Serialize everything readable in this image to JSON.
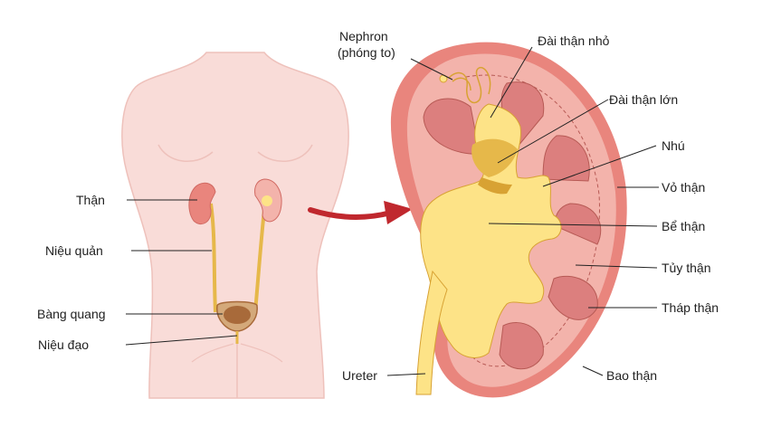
{
  "labels": {
    "than": "Thận",
    "nieu_quan": "Niệu quản",
    "bang_quang": "Bàng quang",
    "nieu_dao": "Niệu đạo",
    "nephron_1": "Nephron",
    "nephron_2": "(phóng to)",
    "dai_than_nho": "Đài thận nhỏ",
    "dai_than_lon": "Đài thận lớn",
    "nhu": "Nhú",
    "vo_than": "Vỏ thận",
    "be_than": "Bể thận",
    "tuy_than": "Tủy thận",
    "thap_than": "Tháp thận",
    "ureter": "Ureter",
    "bao_than": "Bao thận"
  },
  "colors": {
    "skin": "#f9dcd8",
    "skin_outline": "#eec1bb",
    "kidney_outer": "#e9857d",
    "cortex": "#f3b3ab",
    "pyramid": "#dc7f7e",
    "pelvis": "#fde387",
    "pelvis_dark": "#d8a233",
    "arrow": "#c0282e",
    "bladder": "#a86a3a"
  }
}
